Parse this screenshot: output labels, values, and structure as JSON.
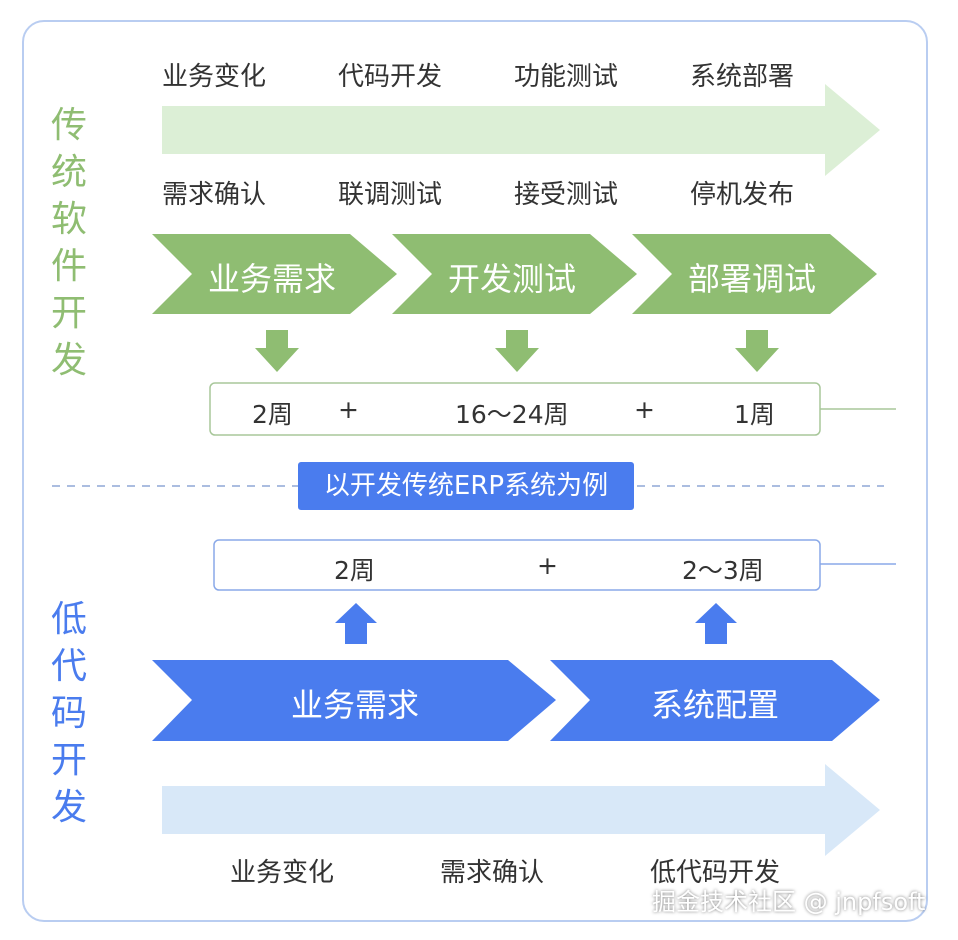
{
  "traditional": {
    "side_title": [
      "传",
      "统",
      "软",
      "件",
      "开",
      "发"
    ],
    "top_labels": [
      "业务变化",
      "代码开发",
      "功能测试",
      "系统部署"
    ],
    "bottom_labels": [
      "需求确认",
      "联调测试",
      "接受测试",
      "停机发布"
    ],
    "phases": [
      "业务需求",
      "开发测试",
      "部署调试"
    ],
    "durations": [
      "2周",
      "+",
      "16～24周",
      "+",
      "1周"
    ]
  },
  "example_badge": "以开发传统ERP系统为例",
  "lowcode": {
    "side_title": [
      "低",
      "代",
      "码",
      "开",
      "发"
    ],
    "durations": [
      "2周",
      "+",
      "2～3周"
    ],
    "phases": [
      "业务需求",
      "系统配置"
    ],
    "bottom_labels": [
      "业务变化",
      "需求确认",
      "低代码开发"
    ]
  },
  "watermark": "掘金技术社区 @ jnpfsoft",
  "colors": {
    "green": "#8fbd72",
    "light_green": "#dcefd6",
    "blue": "#4a7cee",
    "light_blue": "#d8e8f8",
    "frame": "#b9cdf1"
  }
}
